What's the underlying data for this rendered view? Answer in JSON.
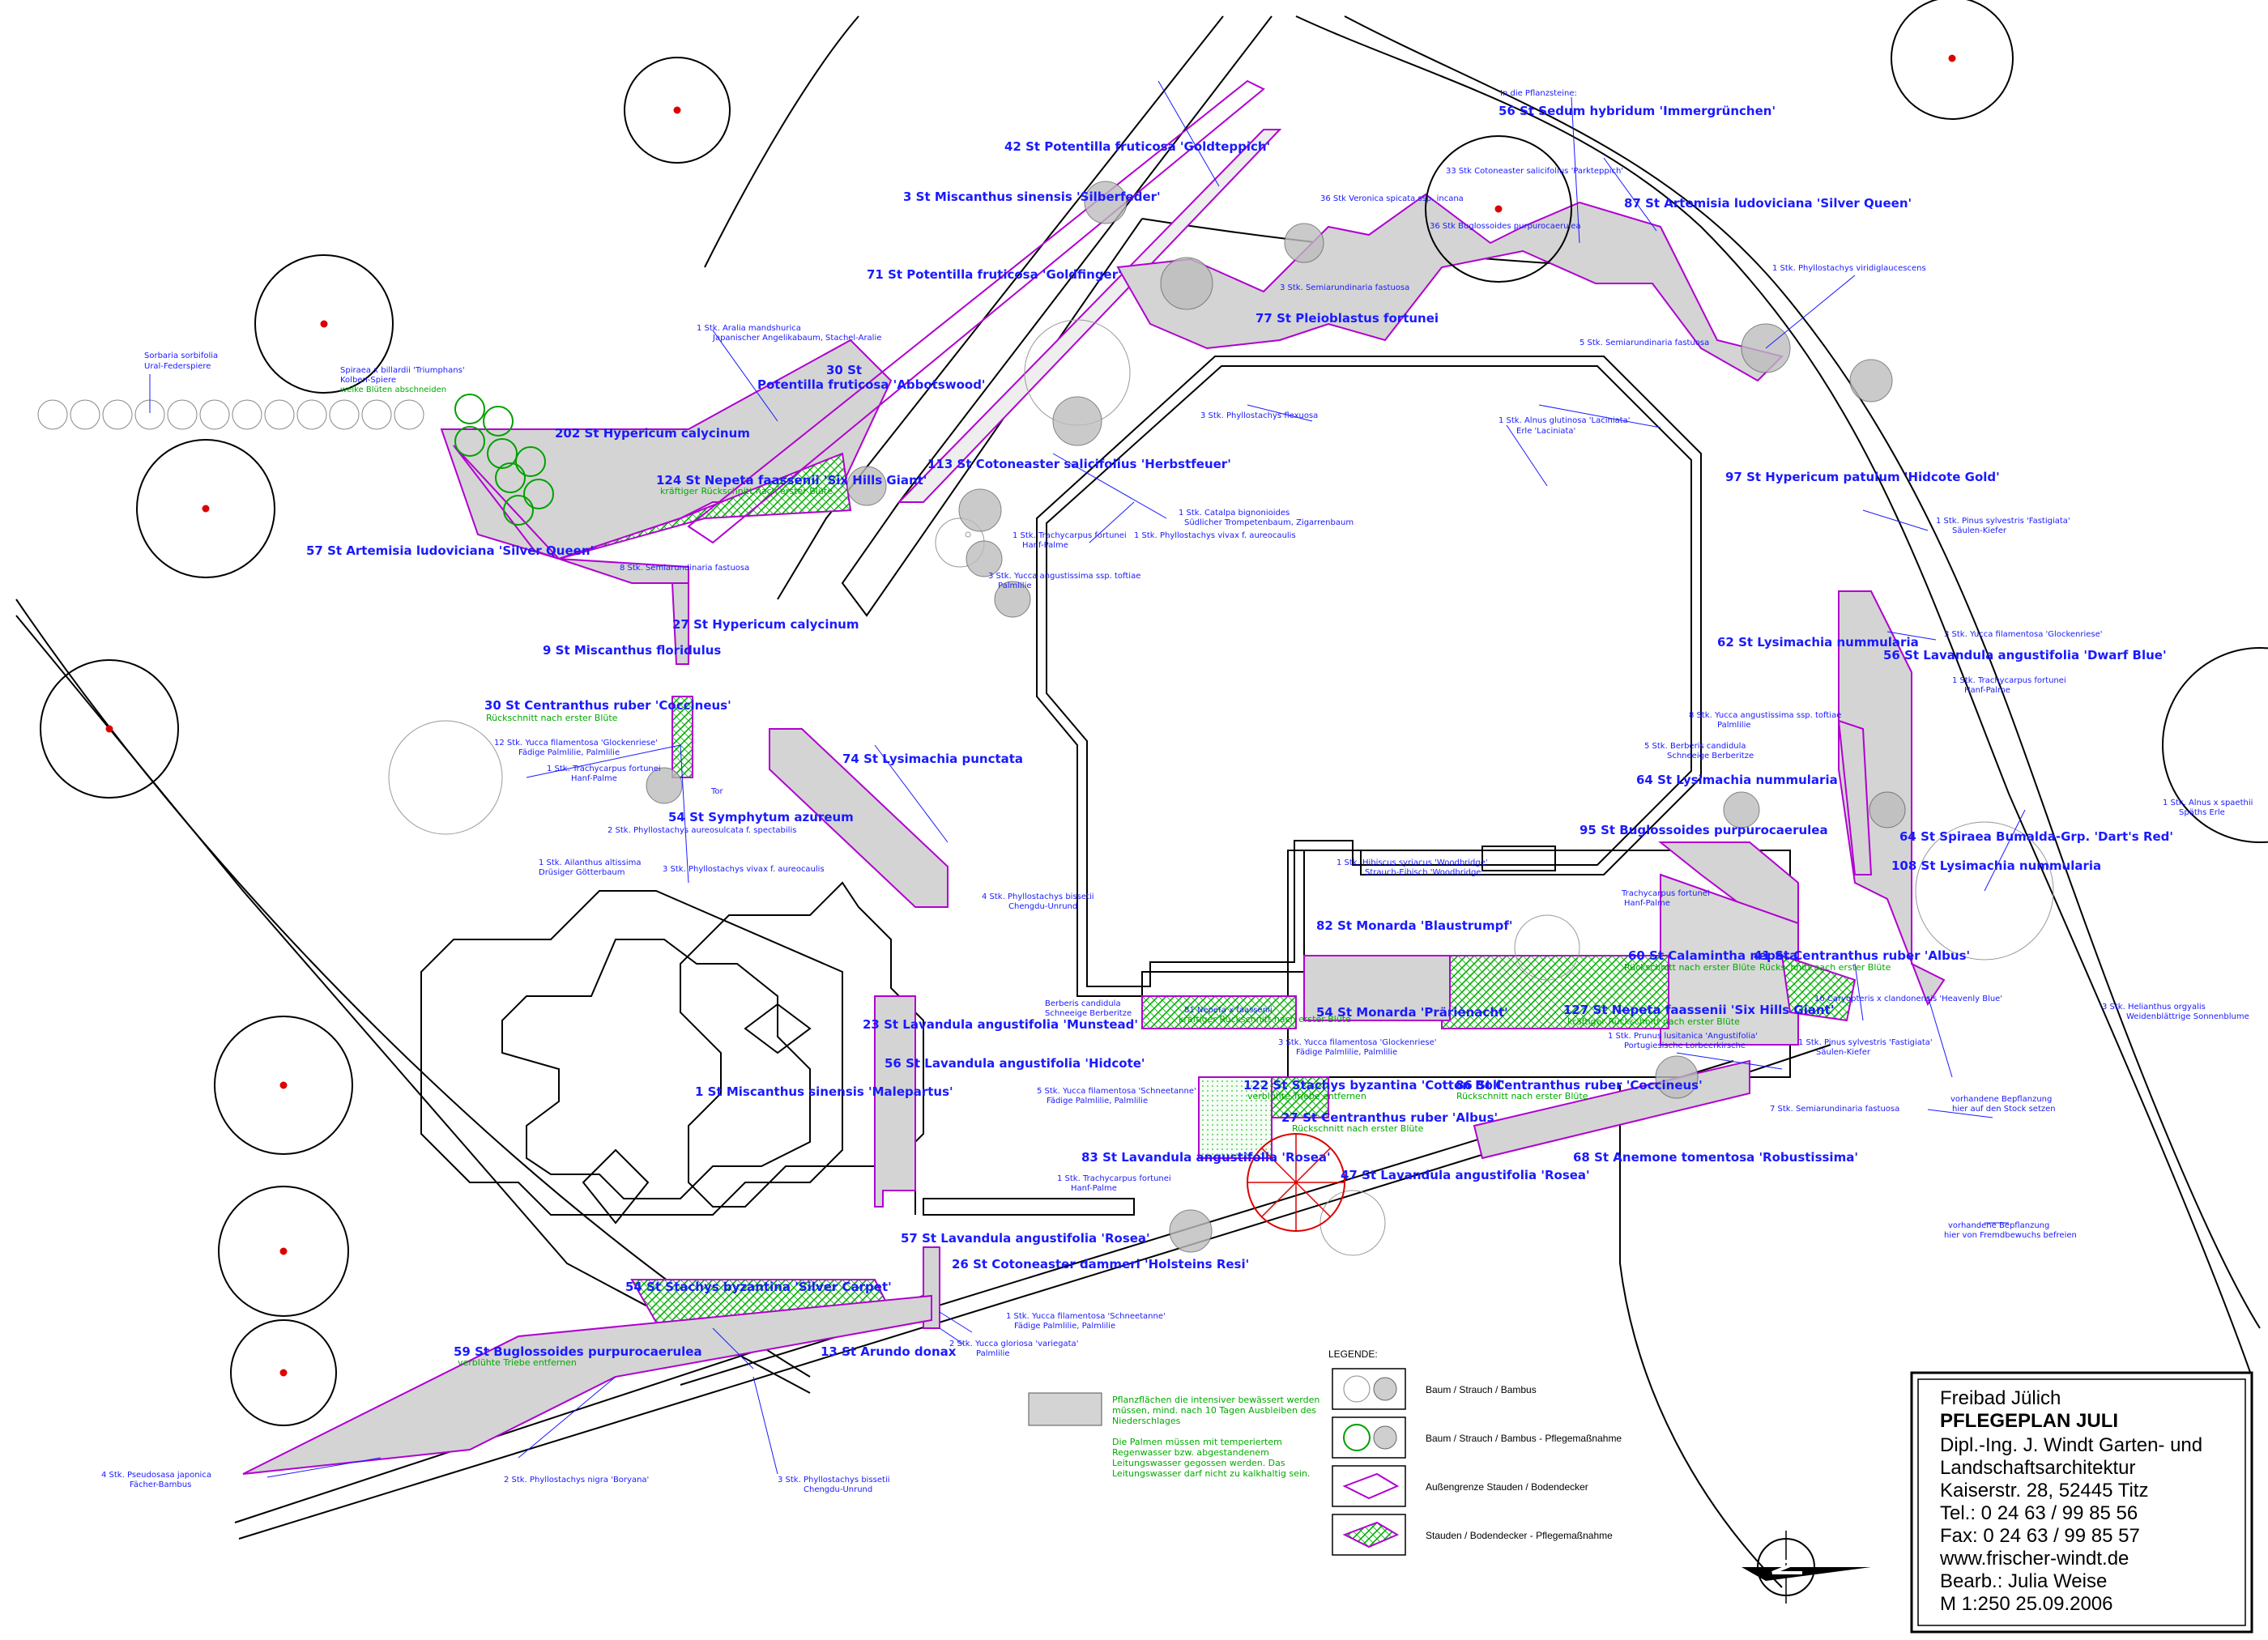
{
  "plant_labels": [
    {
      "id": "l1",
      "text": "42 St  Potentilla fruticosa 'Goldteppich'"
    },
    {
      "id": "l2",
      "text": "3 St  Miscanthus sinensis 'Silberfeder'"
    },
    {
      "id": "l3",
      "text": "71 St  Potentilla fruticosa 'Goldfinger'"
    },
    {
      "id": "l4",
      "text": "30 St"
    },
    {
      "id": "l5",
      "text": "Potentilla fruticosa 'Abbotswood'"
    },
    {
      "id": "l6",
      "text": "202 St  Hypericum calycinum"
    },
    {
      "id": "l7",
      "text": "124 St  Nepeta faassenii 'Six Hills Giant'"
    },
    {
      "id": "l8",
      "text": "57 St  Artemisia ludoviciana 'Silver Queen'"
    },
    {
      "id": "l9",
      "text": "27 St  Hypericum calycinum"
    },
    {
      "id": "l10",
      "text": "9 St  Miscanthus floridulus"
    },
    {
      "id": "l11",
      "text": "30 St  Centranthus ruber 'Coccineus'"
    },
    {
      "id": "l12",
      "text": "113 St  Cotoneaster salicifolius 'Herbstfeuer'"
    },
    {
      "id": "l13",
      "text": "77 St  Pleioblastus fortunei"
    },
    {
      "id": "l14",
      "text": "56 St  Sedum hybridum 'Immergrünchen'"
    },
    {
      "id": "l15",
      "text": "87 St  Artemisia ludoviciana 'Silver Queen'"
    },
    {
      "id": "l16",
      "text": "97 St  Hypericum patulum 'Hidcote Gold'"
    },
    {
      "id": "l17",
      "text": "62 St  Lysimachia nummularia"
    },
    {
      "id": "l18",
      "text": "56 St  Lavandula angustifolia 'Dwarf Blue'"
    },
    {
      "id": "l19",
      "text": "74 St  Lysimachia punctata"
    },
    {
      "id": "l20",
      "text": "54 St  Symphytum azureum"
    },
    {
      "id": "l21",
      "text": "64 St  Lysimachia nummularia"
    },
    {
      "id": "l22",
      "text": "95 St  Buglossoides purpurocaerulea"
    },
    {
      "id": "l23",
      "text": "64 St  Spiraea Bumalda-Grp. 'Dart's Red'"
    },
    {
      "id": "l24",
      "text": "108 St  Lysimachia nummularia"
    },
    {
      "id": "l25",
      "text": "82 St  Monarda 'Blaustrumpf'"
    },
    {
      "id": "l26",
      "text": "60 St  Calamintha nepeta"
    },
    {
      "id": "l27",
      "text": "41 St  Centranthus ruber 'Albus'"
    },
    {
      "id": "l28",
      "text": "54 St  Monarda 'Präriènacht'"
    },
    {
      "id": "l29",
      "text": "127 St  Nepeta faassenii 'Six Hills Giant'"
    },
    {
      "id": "l30",
      "text": "23 St  Lavandula angustifolia 'Munstead'"
    },
    {
      "id": "l31",
      "text": "56 St  Lavandula angustifolia 'Hidcote'"
    },
    {
      "id": "l32",
      "text": "1 St  Miscanthus sinensis 'Malepartus'"
    },
    {
      "id": "l33",
      "text": "122 St  Stachys byzantina 'Cotton Boll'"
    },
    {
      "id": "l34",
      "text": "86 St  Centranthus ruber 'Coccineus'"
    },
    {
      "id": "l35",
      "text": "27 St  Centranthus ruber 'Albus'"
    },
    {
      "id": "l36",
      "text": "83 St  Lavandula angustifolia 'Rosea'"
    },
    {
      "id": "l37",
      "text": "47 St  Lavandula angustifolia 'Rosea'"
    },
    {
      "id": "l38",
      "text": "68 St  Anemone tomentosa 'Robustissima'"
    },
    {
      "id": "l39",
      "text": "57 St  Lavandula angustifolia 'Rosea'"
    },
    {
      "id": "l40",
      "text": "26 St  Cotoneaster dammeri 'Holsteins Resi'"
    },
    {
      "id": "l41",
      "text": "54 St  Stachys byzantina 'Silver Carpet'"
    },
    {
      "id": "l42",
      "text": "59 St  Buglossoides purpurocaerulea"
    },
    {
      "id": "l43",
      "text": "13 St  Arundo donax"
    }
  ],
  "care_notes": [
    {
      "id": "g1",
      "text": "kräftiger Rückschnitt nach erster Blüte"
    },
    {
      "id": "g2",
      "text": "Rückschnitt nach erster Blüte"
    },
    {
      "id": "g3",
      "text": "kräftiger Rückschnitt nach erster Blüte"
    },
    {
      "id": "g4",
      "text": "Rückschnitt nach erster Blüte"
    },
    {
      "id": "g5",
      "text": "Rückschnitt nach erster Blüte"
    },
    {
      "id": "g6",
      "text": "kräftiger Rückschnitt nach erster Blüte"
    },
    {
      "id": "g7",
      "text": "verblühte Triebe entfernen"
    },
    {
      "id": "g8",
      "text": "Rückschnitt nach erster Blüte"
    },
    {
      "id": "g9",
      "text": "Rückschnitt nach erster Blüte"
    },
    {
      "id": "g10",
      "text": "verblühte Triebe entfernen"
    }
  ],
  "tree_notes": [
    {
      "id": "s1",
      "text": "Sorbaria sorbifolia"
    },
    {
      "id": "s2",
      "text": "Ural-Federspiere"
    },
    {
      "id": "s3",
      "text": "Spiraea x billardii 'Triumphans'"
    },
    {
      "id": "s4",
      "text": "Kolben-Spiere"
    },
    {
      "id": "s5",
      "text": "welke Blüten abschneiden"
    },
    {
      "id": "s6",
      "text": "1 Stk.  Aralia mandshurica"
    },
    {
      "id": "s7",
      "text": "Japanischer Angelikabaum, Stachel-Aralie"
    },
    {
      "id": "s8",
      "text": "In die Pflanzsteine:"
    },
    {
      "id": "s9",
      "text": "33 Stk Cotoneaster salicifolius 'Parkteppich'"
    },
    {
      "id": "s10",
      "text": "36 Stk Veronica spicata ssp. incana"
    },
    {
      "id": "s11",
      "text": "36 Stk Buglossoides purpurocaerulea"
    },
    {
      "id": "s12",
      "text": "1 Stk.  Phyllostachys viridiglaucescens"
    },
    {
      "id": "s13",
      "text": "3 Stk.  Semiarundinaria fastuosa"
    },
    {
      "id": "s14",
      "text": "5 Stk.  Semiarundinaria fastuosa"
    },
    {
      "id": "s15",
      "text": "3 Stk.  Phyllostachys flexuosa"
    },
    {
      "id": "s16",
      "text": "1 Stk.  Alnus glutinosa 'Laciniata'"
    },
    {
      "id": "s17",
      "text": "Erle 'Laciniata'"
    },
    {
      "id": "s18",
      "text": "1 Stk.  Catalpa bignonioides"
    },
    {
      "id": "s19",
      "text": "Südlicher Trompetenbaum, Zigarrenbaum"
    },
    {
      "id": "s20",
      "text": "1 Stk.  Phyllostachys vivax f. aureocaulis"
    },
    {
      "id": "s21",
      "text": "1 Stk.  Trachycarpus fortunei"
    },
    {
      "id": "s22",
      "text": "Hanf-Palme"
    },
    {
      "id": "s23",
      "text": "3 Stk.  Yucca angustissima ssp. toftiae"
    },
    {
      "id": "s24",
      "text": "Palmlilie"
    },
    {
      "id": "s25",
      "text": "1 Stk.  Pinus sylvestris 'Fastigiata'"
    },
    {
      "id": "s26",
      "text": "Säulen-Kiefer"
    },
    {
      "id": "s27",
      "text": "8 Stk.  Semiarundinaria fastuosa"
    },
    {
      "id": "s28",
      "text": "12 Stk.  Yucca filamentosa 'Glockenriese'"
    },
    {
      "id": "s29",
      "text": "Fädige Palmlilie, Palmlilie"
    },
    {
      "id": "s30",
      "text": "1 Stk.  Trachycarpus fortunei"
    },
    {
      "id": "s31",
      "text": "Hanf-Palme"
    },
    {
      "id": "s32",
      "text": "Tor"
    },
    {
      "id": "s33",
      "text": "2 Stk.  Phyllostachys aureosulcata f. spectabilis"
    },
    {
      "id": "s34",
      "text": "1 Stk.  Ailanthus altissima"
    },
    {
      "id": "s35",
      "text": "Drüsiger Götterbaum"
    },
    {
      "id": "s36",
      "text": "3 Stk.  Phyllostachys vivax f. aureocaulis"
    },
    {
      "id": "s37",
      "text": "4 Stk.  Phyllostachys bissetii"
    },
    {
      "id": "s38",
      "text": "Chengdu-Unrund"
    },
    {
      "id": "s39",
      "text": "3 Stk.  Yucca filamentosa 'Glockenriese'"
    },
    {
      "id": "s40",
      "text": "1 Stk.  Trachycarpus fortunei"
    },
    {
      "id": "s41",
      "text": "Hanf-Palme"
    },
    {
      "id": "s42",
      "text": "8 Stk.  Yucca angustissima ssp. toftiae"
    },
    {
      "id": "s43",
      "text": "Palmlilie"
    },
    {
      "id": "s44",
      "text": "5 Stk.  Berberis candidula"
    },
    {
      "id": "s45",
      "text": "Schneeige Berberitze"
    },
    {
      "id": "s46",
      "text": "1 Stk.  Alnus x spaethii"
    },
    {
      "id": "s47",
      "text": "Späths Erle"
    },
    {
      "id": "s48",
      "text": "1 Stk.  Hibiscus syriacus 'Woodbridge'"
    },
    {
      "id": "s49",
      "text": "Strauch-Eibisch 'Woodbridge'"
    },
    {
      "id": "s50",
      "text": "Trachycarpus fortunei"
    },
    {
      "id": "s51",
      "text": "Hanf-Palme"
    },
    {
      "id": "s52",
      "text": "16 Caryopteris x clandonensis 'Heavenly Blue'"
    },
    {
      "id": "s53",
      "text": "3 Stk.  Helianthus orgyalis"
    },
    {
      "id": "s54",
      "text": "Weidenblättrige Sonnenblume"
    },
    {
      "id": "s55",
      "text": "Berberis candidula"
    },
    {
      "id": "s56",
      "text": "Schneeige Berberitze"
    },
    {
      "id": "s57",
      "text": "81 Nepeta x faassenii"
    },
    {
      "id": "s58",
      "text": "3 Stk.  Yucca filamentosa 'Glockenriese'"
    },
    {
      "id": "s59",
      "text": "Fädige Palmlilie, Palmlilie"
    },
    {
      "id": "s60",
      "text": "1 Stk.  Prunus lusitanica 'Angustifolia'"
    },
    {
      "id": "s61",
      "text": "Portugiesische Lorbeerkirsche"
    },
    {
      "id": "s62",
      "text": "1 Stk.  Pinus sylvestris 'Fastigiata'"
    },
    {
      "id": "s63",
      "text": "Säulen-Kiefer"
    },
    {
      "id": "s64",
      "text": "5 Stk.  Yucca filamentosa 'Schneetanne'"
    },
    {
      "id": "s65",
      "text": "Fädige Palmlilie, Palmlilie"
    },
    {
      "id": "s66",
      "text": "7 Stk.  Semiarundinaria fastuosa"
    },
    {
      "id": "s67",
      "text": "vorhandene Bepflanzung"
    },
    {
      "id": "s68",
      "text": "hier auf den Stock setzen"
    },
    {
      "id": "s69",
      "text": "vorhandene Bepflanzung"
    },
    {
      "id": "s70",
      "text": "hier von Fremdbewuchs befreien"
    },
    {
      "id": "s71",
      "text": "1 Stk.  Trachycarpus fortunei"
    },
    {
      "id": "s72",
      "text": "Hanf-Palme"
    },
    {
      "id": "s73",
      "text": "1 Stk.  Yucca filamentosa 'Schneetanne'"
    },
    {
      "id": "s74",
      "text": "Fädige Palmlilie, Palmlilie"
    },
    {
      "id": "s75",
      "text": "2 Stk.  Yucca gloriosa 'variegata'"
    },
    {
      "id": "s76",
      "text": "Palmlilie"
    },
    {
      "id": "s77",
      "text": "4 Stk.  Pseudosasa japonica"
    },
    {
      "id": "s78",
      "text": "Fächer-Bambus"
    },
    {
      "id": "s79",
      "text": "2 Stk.  Phyllostachys nigra 'Boryana'"
    },
    {
      "id": "s80",
      "text": "3 Stk.  Phyllostachys bissetii"
    },
    {
      "id": "s81",
      "text": "Chengdu-Unrund"
    }
  ],
  "notes_box": {
    "lines": [
      "Pflanzflächen die intensiver bewässert werden",
      "müssen, mind. nach 10 Tagen Ausbleiben des",
      "Niederschlages",
      "",
      "Die Palmen müssen mit temperiertem",
      "Regenwasser bzw. abgestandenem",
      "Leitungswasser gegossen werden. Das",
      "Leitungswasser darf nicht zu kalkhaltig sein."
    ]
  },
  "legend": {
    "title": "LEGENDE:",
    "items": [
      {
        "label": "Baum / Strauch / Bambus"
      },
      {
        "label": "Baum / Strauch / Bambus - Pflegemaßnahme"
      },
      {
        "label": "Außengrenze Stauden / Bodendecker"
      },
      {
        "label": "Stauden / Bodendecker - Pflegemaßnahme"
      }
    ]
  },
  "title_block": {
    "lines": [
      "Freibad Jülich",
      "PFLEGEPLAN JULI",
      "Dipl.-Ing. J. Windt Garten- und",
      "Landschaftsarchitektur",
      "Kaiserstr. 28, 52445 Titz",
      "Tel.: 0 24 63 / 99 85 56",
      "Fax: 0 24 63 / 99 85 57",
      "www.frischer-windt.de",
      "Bearb.: Julia Weise",
      "M 1:250      25.09.2006"
    ]
  },
  "colors": {
    "label_blue": "#1a1aff",
    "care_green": "#00aa00",
    "bed_outline": "#b000d0",
    "bed_fill": "#d4d4d4",
    "tree_mark": "#dd0000"
  }
}
